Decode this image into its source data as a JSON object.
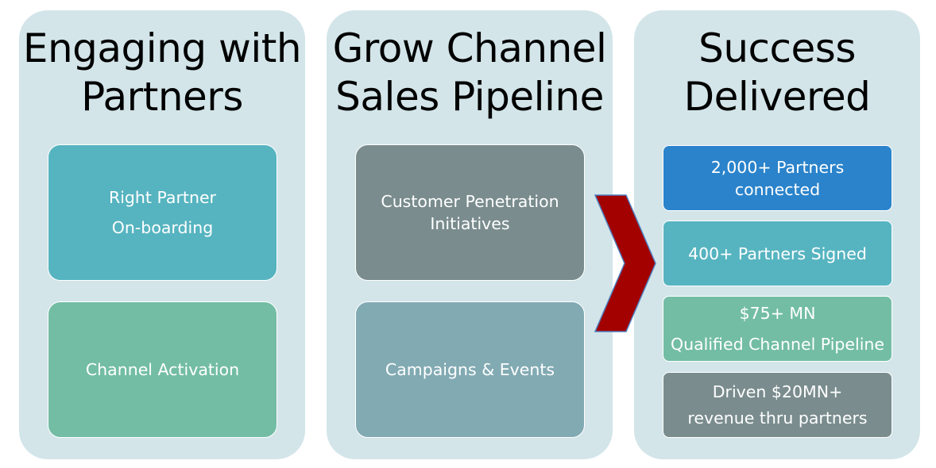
{
  "columns": [
    {
      "title_lines": [
        "Engaging with",
        "Partners"
      ],
      "boxes": [
        {
          "lines": [
            "Right Partner",
            "On-boarding"
          ],
          "color": "#56b4c0"
        },
        {
          "lines": [
            "Channel Activation"
          ],
          "color": "#73bda5"
        }
      ]
    },
    {
      "title_lines": [
        "Grow Channel",
        "Sales Pipeline"
      ],
      "boxes": [
        {
          "lines": [
            "Customer Penetration",
            "Initiatives"
          ],
          "color": "#7a8c8e"
        },
        {
          "lines": [
            "Campaigns & Events"
          ],
          "color": "#82aab3"
        }
      ]
    },
    {
      "title_lines": [
        "Success",
        "Delivered"
      ],
      "boxes": [
        {
          "lines": [
            "2,000+ Partners",
            "connected"
          ],
          "color": "#2a83cb"
        },
        {
          "lines": [
            "400+ Partners Signed"
          ],
          "color": "#56b4c0"
        },
        {
          "lines": [
            "$75+ MN",
            "Qualified Channel Pipeline"
          ],
          "color": "#73bda5"
        },
        {
          "lines": [
            "Driven $20MN+",
            "revenue thru partners"
          ],
          "color": "#7a8c8e"
        }
      ]
    }
  ],
  "colors": {
    "column_background": "#d3e5e9",
    "chevron_fill": "#a30000",
    "chevron_stroke": "#4f7fbf",
    "box_text": "#ffffff",
    "title_text": "#000000"
  }
}
